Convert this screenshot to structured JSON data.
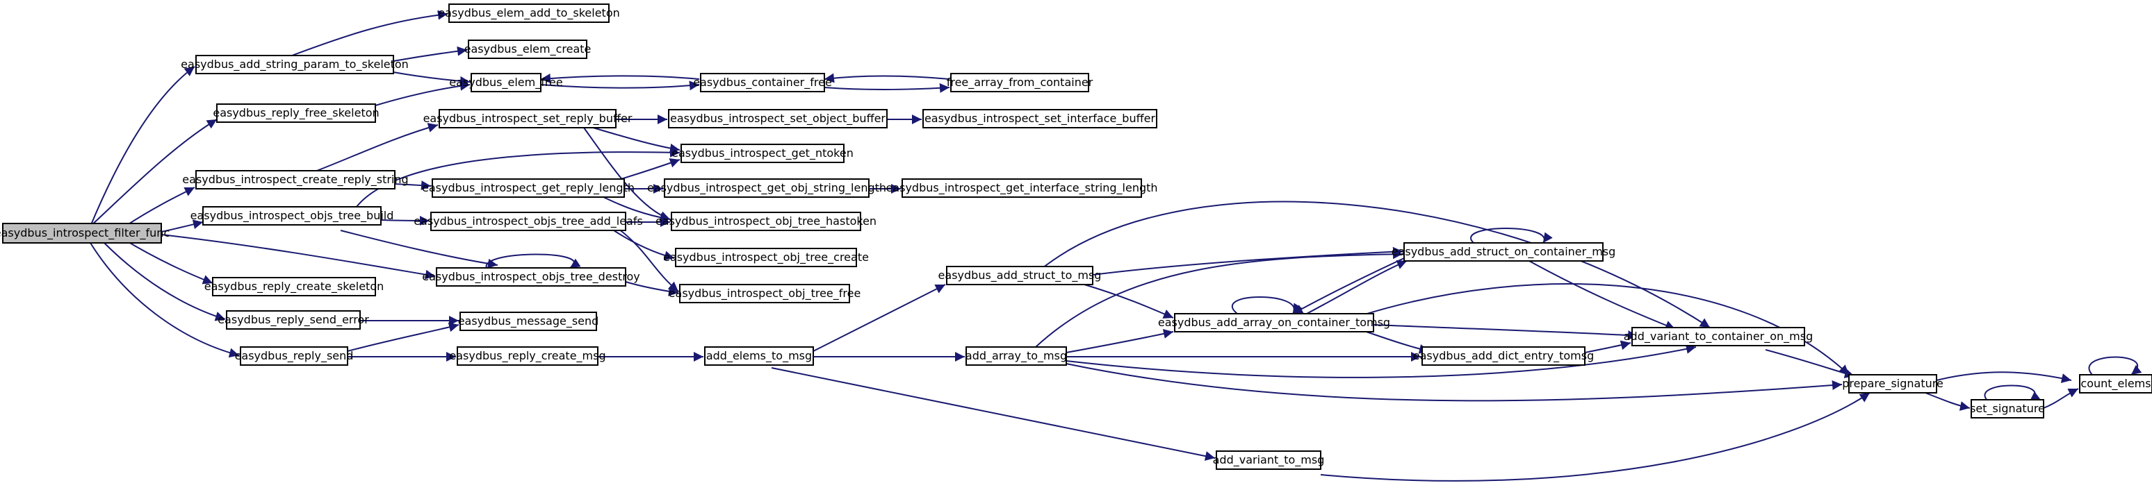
{
  "colors": {
    "edge": "#191970",
    "node_border": "#000000",
    "node_fill": "#ffffff",
    "root_fill": "#bfbfbf"
  },
  "nodes": {
    "root": "easydbus_introspect_filter_func",
    "add_string_param": "easydbus_add_string_param_to_skeleton",
    "reply_free_skeleton": "easydbus_reply_free_skeleton",
    "create_reply_string": "easydbus_introspect_create_reply_string",
    "objs_tree_build": "easydbus_introspect_objs_tree_build",
    "reply_create_skeleton": "easydbus_reply_create_skeleton",
    "reply_send_error": "easydbus_reply_send_error",
    "reply_send": "easydbus_reply_send",
    "elem_add_to_skeleton": "easydbus_elem_add_to_skeleton",
    "elem_create": "easydbus_elem_create",
    "elem_free": "easydbus_elem_free",
    "set_reply_buffer": "easydbus_introspect_set_reply_buffer",
    "get_reply_length": "easydbus_introspect_get_reply_length",
    "objs_tree_add_leafs": "easydbus_introspect_objs_tree_add_leafs",
    "objs_tree_destroy": "easydbus_introspect_objs_tree_destroy",
    "message_send": "easydbus_message_send",
    "reply_create_msg": "easydbus_reply_create_msg",
    "container_free": "easydbus_container_free",
    "free_array": "free_array_from_container",
    "set_object_buffer": "easydbus_introspect_set_object_buffer",
    "set_interface_buffer": "easydbus_introspect_set_interface_buffer",
    "get_ntoken": "easydbus_introspect_get_ntoken",
    "get_obj_string_length": "easydbus_introspect_get_obj_string_length",
    "get_interface_string_length": "easydbus_introspect_get_interface_string_length",
    "obj_tree_hastoken": "easydbus_introspect_obj_tree_hastoken",
    "obj_tree_create": "easydbus_introspect_obj_tree_create",
    "obj_tree_free": "easydbus_introspect_obj_tree_free",
    "add_elems_to_msg": "add_elems_to_msg",
    "add_struct_to_msg": "easydbus_add_struct_to_msg",
    "add_array_to_msg": "add_array_to_msg",
    "add_variant_to_msg": "add_variant_to_msg",
    "add_array_on_container": "easydbus_add_array_on_container_tomsg",
    "add_struct_on_container": "easydbus_add_struct_on_container_msg",
    "add_dict_entry": "easydbus_add_dict_entry_tomsg",
    "add_variant_to_container": "add_variant_to_container_on_msg",
    "prepare_signature": "prepare_signature",
    "set_signature": "set_signature",
    "count_elems": "count_elems"
  }
}
